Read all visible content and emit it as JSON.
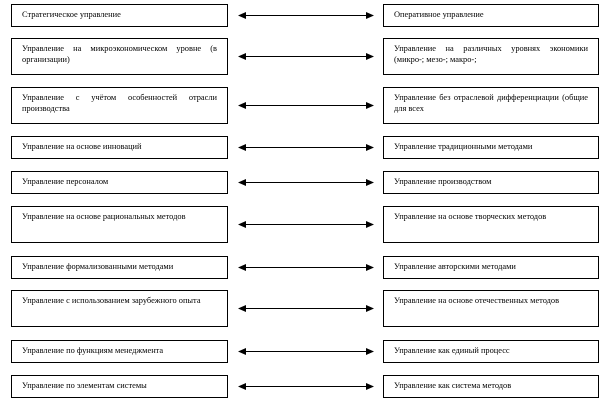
{
  "pairs": [
    {
      "left": "Стратегическое управление",
      "right": "Оперативное управление"
    },
    {
      "left": "Управление на микроэкономическом уровне (в организации)",
      "right": "Управление на различных уровнях экономики (микро-; мезо-; макро-;"
    },
    {
      "left": "Управление с учётом особенностей отрасли производства",
      "right": "Управление без отраслевой дифференциации (общие для всех"
    },
    {
      "left": "Управление на основе инноваций",
      "right": "Управление традиционными методами"
    },
    {
      "left": "Управление персоналом",
      "right": "Управление производством"
    },
    {
      "left": "Управление на основе рациональных методов",
      "right": "Управление на основе творческих методов"
    },
    {
      "left": "Управление формализованными методами",
      "right": "Управление авторскими методами"
    },
    {
      "left": "Управление с использованием зарубежного опыта",
      "right": "Управление на основе отечественных методов"
    },
    {
      "left": "Управление по функциям менеджмента",
      "right": "Управление как единый процесс"
    },
    {
      "left": "Управление по элементам системы",
      "right": "Управление как система методов"
    }
  ]
}
